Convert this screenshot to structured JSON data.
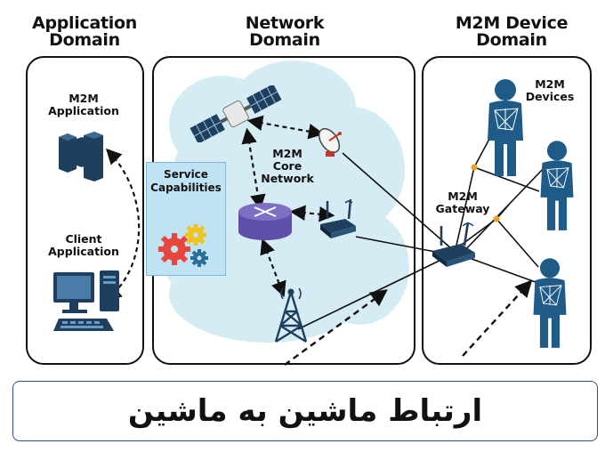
{
  "domains": {
    "application": {
      "title_line1": "Application",
      "title_line2": "Domain"
    },
    "network": {
      "title_line1": "Network",
      "title_line2": "Domain"
    },
    "device": {
      "title_line1": "M2M Device",
      "title_line2": "Domain"
    }
  },
  "labels": {
    "m2m_application": [
      "M2M",
      "Application"
    ],
    "client_application": [
      "Client",
      "Application"
    ],
    "service_capabilities": [
      "Service",
      "Capabilities"
    ],
    "core_network": [
      "M2M",
      "Core",
      "Network"
    ],
    "gateway": [
      "M2M",
      "Gateway"
    ],
    "devices": [
      "M2M",
      "Devices"
    ]
  },
  "caption": "ارتباط ماشین به ماشین",
  "colors": {
    "icon_dark": "#1f3f5f",
    "cloud": "#d6ecf5",
    "service_box": "#bfe3f5",
    "router": "#5f4fa8",
    "gear_red": "#e8453c",
    "gear_yellow": "#f2c318",
    "gear_blue": "#2a6f97",
    "node_orange": "#f0a020"
  }
}
